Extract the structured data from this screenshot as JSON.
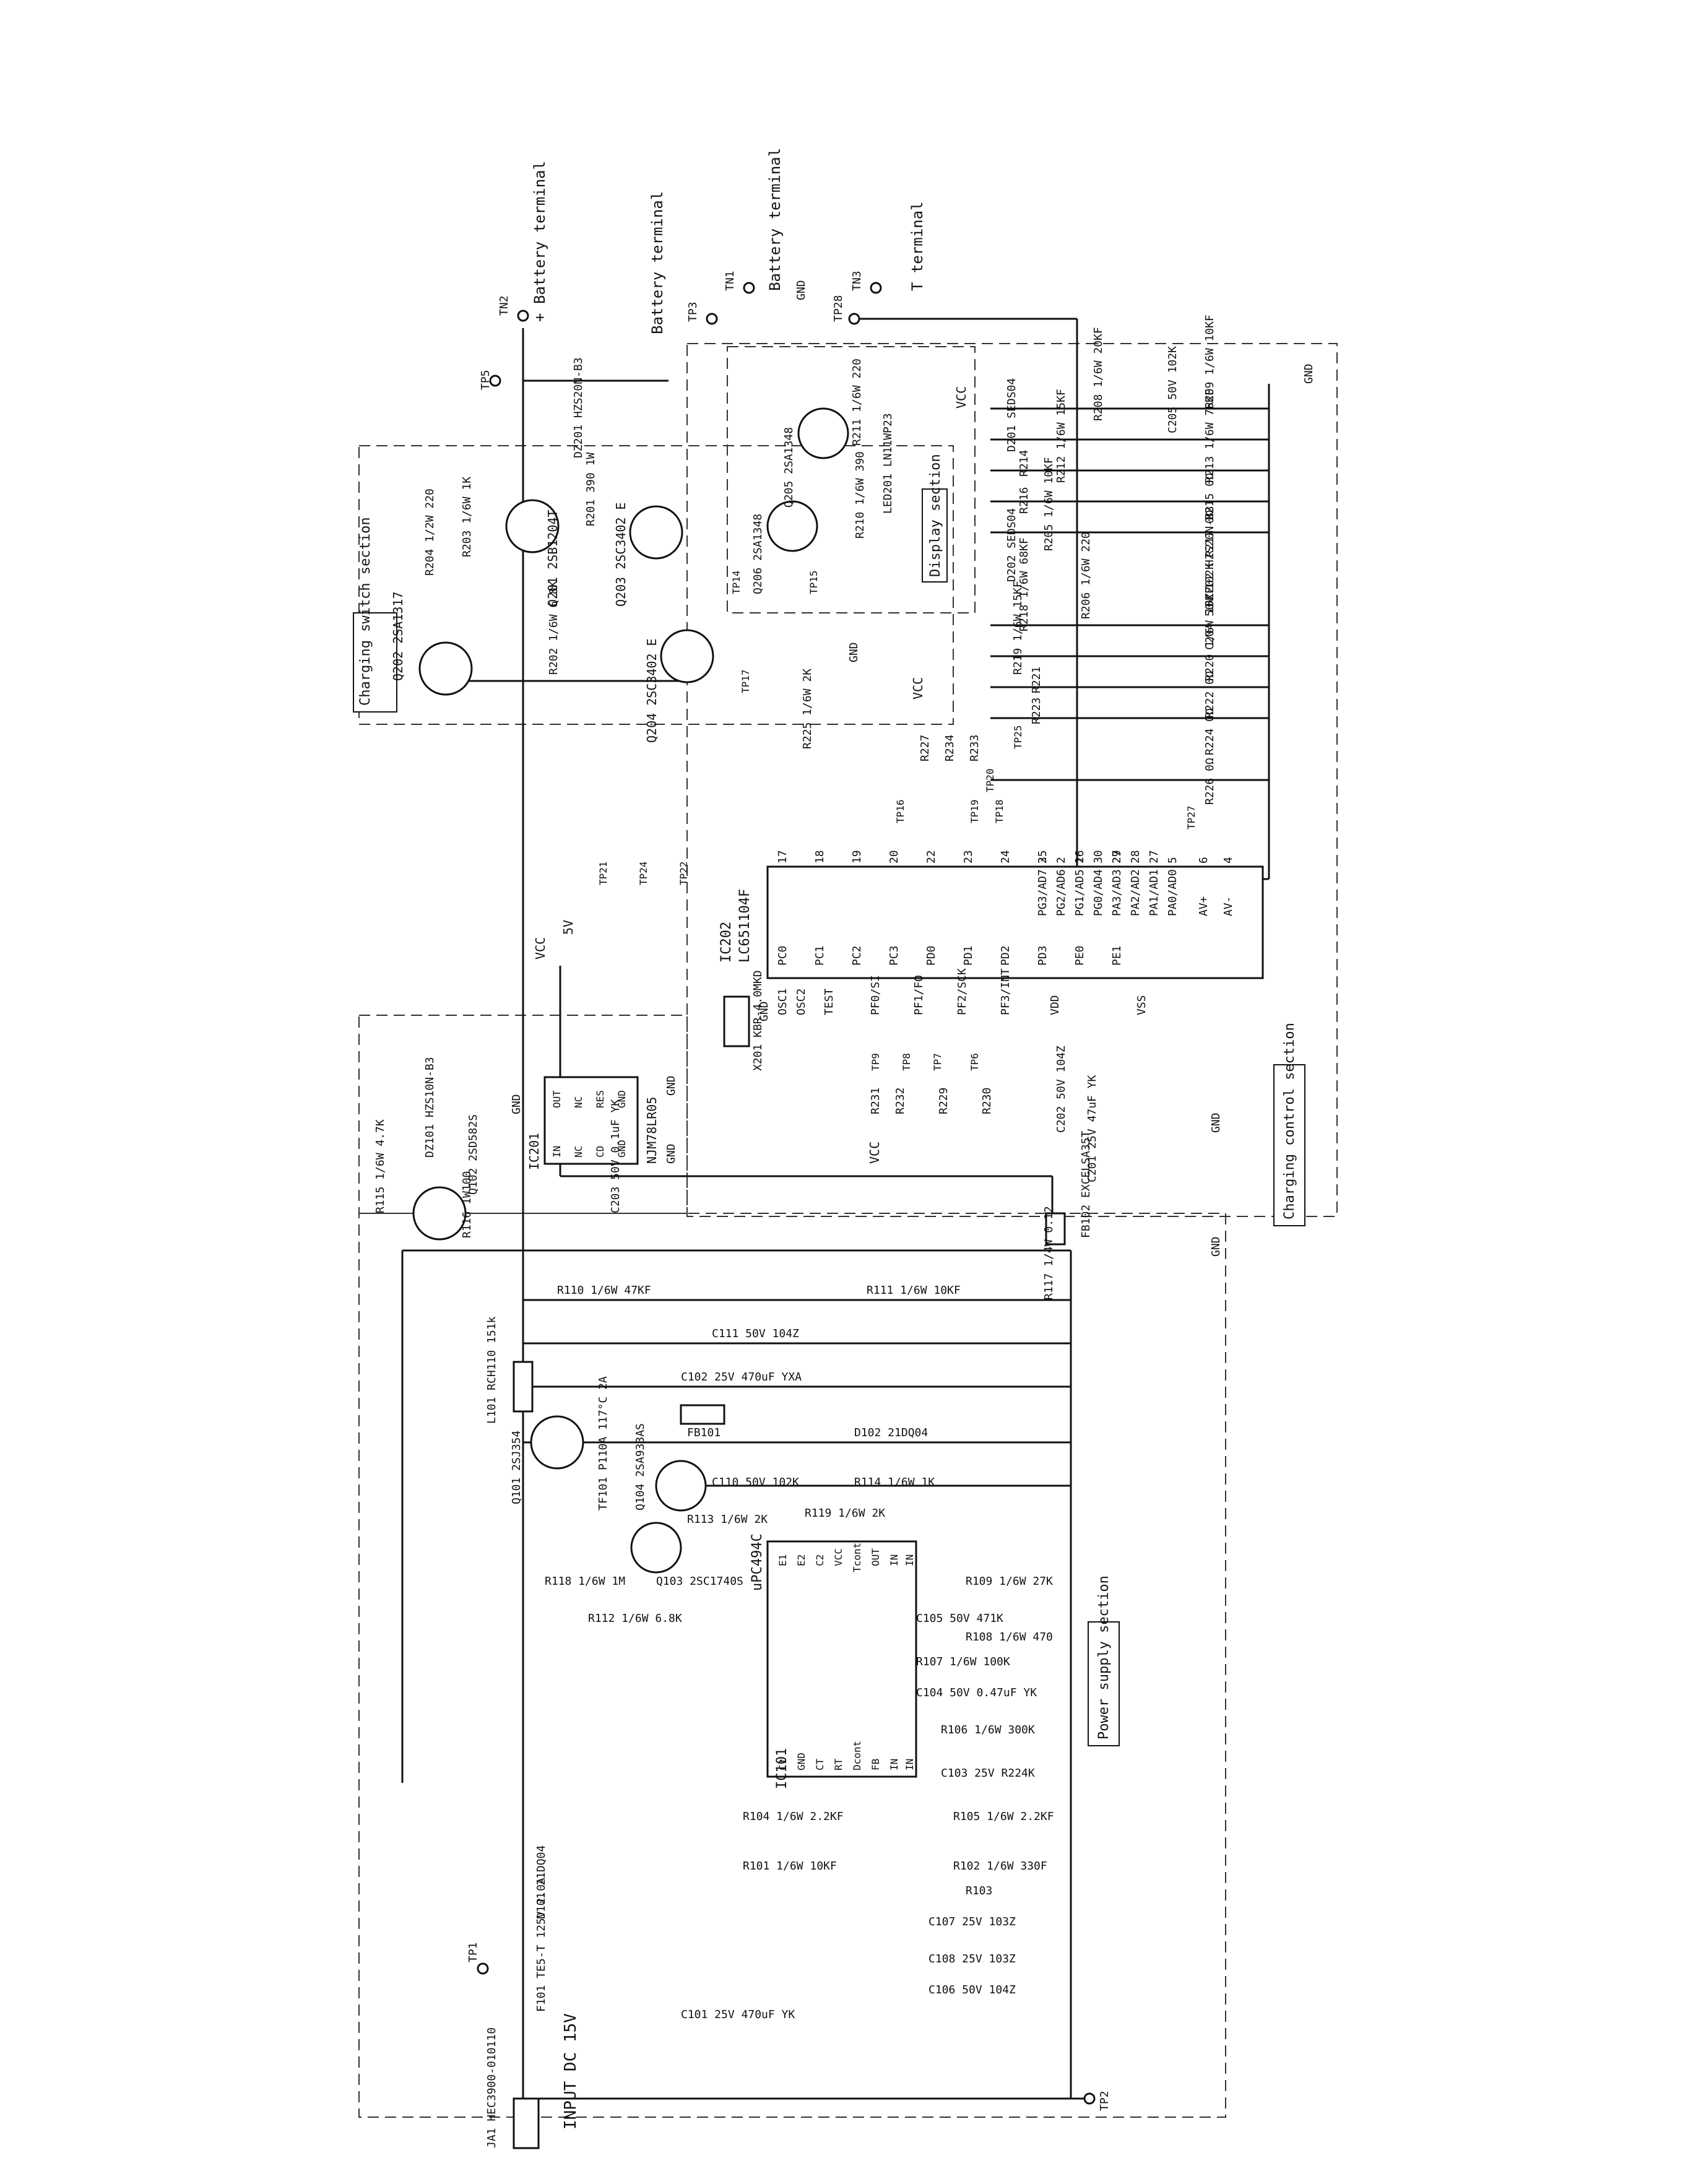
{
  "sections": {
    "charging_switch": "Charging switch section",
    "display": "Display section",
    "charging_control": "Charging control section",
    "power_supply": "Power supply section"
  },
  "terminals": {
    "tn2_battery": "+ Battery terminal",
    "tn1_battery": "Battery terminal",
    "tp3_battery": "Battery terminal",
    "tn3_t": "T terminal",
    "input": "INPUT DC 15V",
    "tn2": "TN2",
    "tn1": "TN1",
    "tn3": "TN3",
    "tp1": "TP1",
    "tp2": "TP2",
    "tp3": "TP3",
    "tp5": "TP5",
    "tp28": "TP28"
  },
  "ics": {
    "ic202_ref": "IC202",
    "ic202_part": "LC651104F",
    "ic202_left_pins": [
      "PC0",
      "PC1",
      "PC2",
      "PC3",
      "PD0",
      "PD1",
      "PD2",
      "PD3",
      "PE0",
      "PE1"
    ],
    "ic202_left_nums": [
      "17",
      "18",
      "19",
      "20",
      "22",
      "23",
      "24",
      "25",
      "26",
      "27"
    ],
    "ic202_right_pins": [
      "PG3/AD7",
      "PG2/AD6",
      "PG1/AD5",
      "PG0/AD4",
      "PA3/AD3",
      "PA2/AD2",
      "PA1/AD1",
      "PA0/AD0",
      "AV+",
      "AV-"
    ],
    "ic202_right_nums": [
      "3",
      "2",
      "1",
      "30",
      "29",
      "28",
      "27",
      "5",
      "6",
      "4"
    ],
    "ic202_bottom_pins": [
      "OSC1",
      "OSC2",
      "TEST",
      "PF0/SI",
      "PF1/FO",
      "PF2/SCK",
      "PF3/INT",
      "VDD",
      "VSS"
    ],
    "ic201_ref": "IC201",
    "ic201_part": "NJM78LR05",
    "ic201_pins": [
      "IN",
      "OUT",
      "NC",
      "NC",
      "CD",
      "RES",
      "GND",
      "GND"
    ],
    "ic101_ref": "IC101",
    "ic101_part": "uPC494C",
    "ic101_pins_left": [
      "E1",
      "E2",
      "C2",
      "VCC",
      "Tcont",
      "OUT",
      "IN",
      "IN"
    ],
    "ic101_pins_right": [
      "C1",
      "GND",
      "CT",
      "RT",
      "Dcont",
      "FB",
      "IN",
      "IN"
    ]
  },
  "components": {
    "q202": "Q202 2SA1317",
    "q201": "Q201 2SB1204T",
    "q203": "Q203 2SC3402 E",
    "q204": "Q204 2SC3402 E",
    "q206": "Q206 2SA1348",
    "q205": "Q205 2SA1348",
    "led201": "LED201 LN11WP23",
    "r204": "R204 1/2W 220",
    "r203": "R203 1/6W 1K",
    "r201": "R201 390 1W",
    "r202": "R202 1/6W 6.8K",
    "r225": "R225 1/6W 2K",
    "r210": "R210 1/6W 390",
    "r211": "R211 1/6W 220",
    "dz201": "DZ201 HZS20N-B3",
    "d201": "D201 SEDS04",
    "r208": "R208 1/6W 20KF",
    "r209": "R209 1/6W 10KF",
    "c205": "C205 50V 102K",
    "r213": "R213 1/6W 75KF",
    "r212": "R212 1/6W 15KF",
    "r214": "R214",
    "r215": "R215 0Ω",
    "r216": "R216",
    "r217": "R217 0Ω",
    "r205": "R205 1/6W 10KF",
    "dz202": "DZ202 HZS20N-B3",
    "d202": "D202 SEDS04",
    "c204": "C204 50V 102K",
    "r206": "R206 1/6W 220",
    "r218": "R218 1/6W 68KF",
    "r219": "R219 1/6W 15KF",
    "r220": "R220 1/6W 15KF",
    "r221": "R221",
    "r222": "R222 0Ω",
    "r223": "R223",
    "r224": "R224 0Ω",
    "r226": "R226 0Ω",
    "r227": "R227",
    "r234": "R234",
    "r233": "R233",
    "r231": "R231",
    "r232": "R232",
    "r229": "R229",
    "r230": "R230",
    "x201": "X201 KBR-4.0MKD",
    "c202": "C202 50V 104Z",
    "c201": "C201 25V 47uF YK",
    "c203": "C203 50V 0.1uF YK",
    "fb102": "FB102 EXCELSA35T",
    "dz101": "DZ101 HZS10N-B3",
    "q102": "Q102 2SD582S",
    "r115": "R115 1/6W 4.7K",
    "r116": "R116 1W100",
    "r110": "R110 1/6W 47KF",
    "r111": "R111 1/6W 10KF",
    "r117": "R117 1/4W 0.12",
    "c111": "C111 50V 104Z",
    "c102": "C102 25V 470uF YXA",
    "l101": "L101 RCH110 151k",
    "fb101": "FB101",
    "d102": "D102 21DQ04",
    "r114": "R114 1/6W 1K",
    "q101": "Q101 2SJ354",
    "q104": "Q104 2SA933AS",
    "tf101": "TF101 P110A 117°C 2A",
    "c110": "C110 50V 102K",
    "r113": "R113 1/6W 2K",
    "r119": "R119 1/6W 2K",
    "r118": "R118 1/6W 1M",
    "q103": "Q103 2SC1740S",
    "r112": "R112 1/6W 6.8K",
    "r109": "R109 1/6W 27K",
    "c105": "C105 50V 471K",
    "r108": "R108 1/6W 470",
    "r107": "R107 1/6W 100K",
    "c104": "C104 50V 0.47uF YK",
    "r106": "R106 1/6W 300K",
    "c103": "C103 25V R224K",
    "r104": "R104 1/6W 2.2KF",
    "r105": "R105 1/6W 2.2KF",
    "r101": "R101 1/6W 10KF",
    "r102": "R102 1/6W 330F",
    "r103": "R103",
    "c107": "C107 25V 103Z",
    "c108": "C108 25V 103Z",
    "c106": "C106 50V 104Z",
    "c101": "C101 25V 470uF YK",
    "d101": "D101 21DQ04",
    "f101": "F101 TE5-T 125V 2.0A",
    "ja1": "JA1 HEC3900-010110"
  },
  "nets": {
    "vcc": "VCC",
    "gnd": "GND",
    "five_v": "5V"
  },
  "test_points": [
    "TP14",
    "TP15",
    "TP16",
    "TP17",
    "TP18",
    "TP19",
    "TP20",
    "TP21",
    "TP22",
    "TP24",
    "TP25",
    "TP27",
    "TP6",
    "TP7",
    "TP8",
    "TP9"
  ]
}
